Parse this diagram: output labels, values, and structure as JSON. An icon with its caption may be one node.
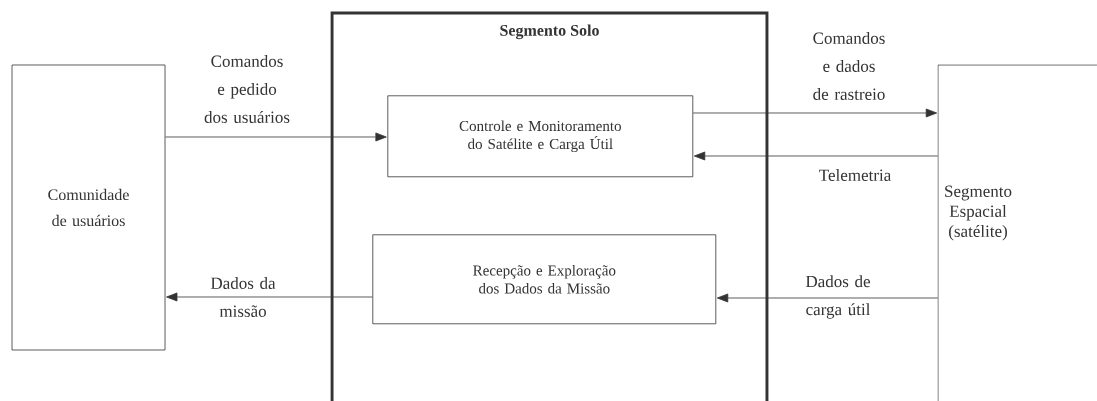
{
  "diagram": {
    "nodes": [
      {
        "text": [
          "Comunidade de usuários"
        ]
      },
      {
        "text": [
          "Segmento Solo"
        ]
      },
      {
        "text": [
          "Controle e Monitoramento do Satélite e Carga Útil"
        ],
        "in": 1
      },
      {
        "text": [
          "Recepção e Exploração dos Dados da Missão"
        ],
        "in": 1
      },
      {
        "text": [
          "Segmento Espacial (satélite)"
        ]
      }
    ],
    "edges": [
      {
        "from": 0,
        "to": 2,
        "arrow": "to",
        "label": "Comandos e pedido dos usuários"
      },
      {
        "from": 2,
        "to": 4,
        "arrow": "to",
        "label": "Comandos e dados de rastreio"
      },
      {
        "from": 4,
        "to": 2,
        "arrow": "to",
        "label": "Telemetria"
      },
      {
        "from": 3,
        "to": 0,
        "arrow": "to",
        "label": "Dados da missão"
      },
      {
        "from": 4,
        "to": 3,
        "arrow": "to",
        "label": "Dados de carga útil"
      }
    ]
  }
}
